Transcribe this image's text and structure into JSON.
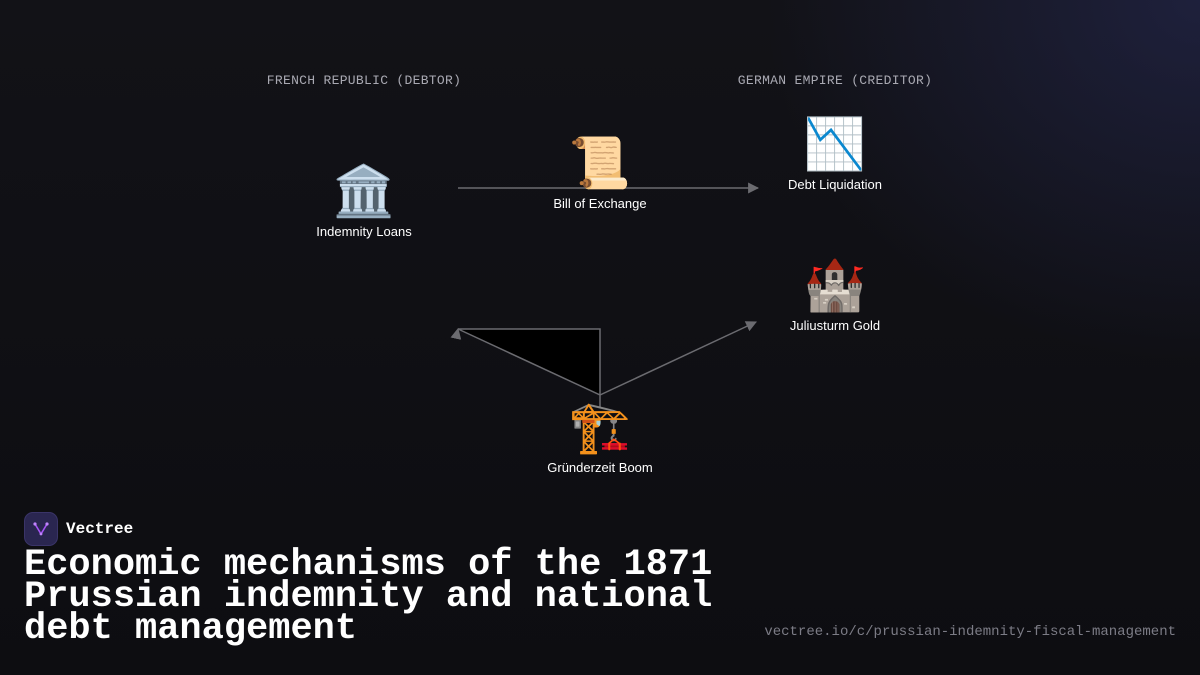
{
  "lanes": {
    "left": "FRENCH REPUBLIC (DEBTOR)",
    "right": "GERMAN EMPIRE (CREDITOR)"
  },
  "nodes": {
    "indemnity_loans": {
      "icon": "🏛️",
      "icon_name": "classical-building-icon",
      "label": "Indemnity Loans"
    },
    "bill_of_exchange": {
      "icon": "📜",
      "icon_name": "scroll-icon",
      "label": "Bill of Exchange"
    },
    "debt_liquidation": {
      "icon": "📉",
      "icon_name": "chart-decreasing-icon",
      "label": "Debt Liquidation"
    },
    "juliusturm_gold": {
      "icon": "🏰",
      "icon_name": "castle-icon",
      "label": "Juliusturm Gold"
    },
    "grunderzeit_boom": {
      "icon": "🏗️",
      "icon_name": "construction-crane-icon",
      "label": "Gründerzeit Boom"
    }
  },
  "brand": {
    "name": "Vectree",
    "logo_icon": "vectree-logo-icon",
    "accent": "#a855f7"
  },
  "title": "Economic mechanisms of the 1871 Prussian indemnity and national debt management",
  "url": "vectree.io/c/prussian-indemnity-fiscal-management",
  "colors": {
    "background": "#0f0f13",
    "edge": "#6b6b70",
    "lane_label": "#a9a9b2"
  }
}
